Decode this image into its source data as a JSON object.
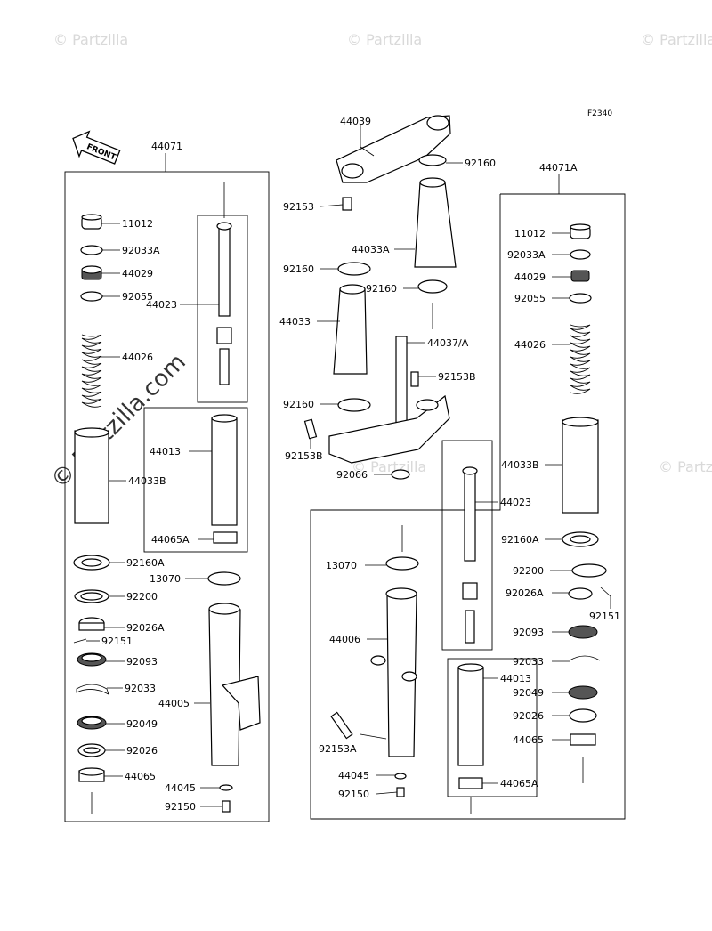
{
  "figure_code": "F2340",
  "front_label": "FRONT",
  "watermarks": {
    "small": "© Partzilla",
    "diagonal": "© Partzilla.com"
  },
  "assembly_labels": {
    "left": "44071",
    "right": "44071A"
  },
  "parts": [
    {
      "id": "l-11012",
      "label": "11012"
    },
    {
      "id": "l-92033A",
      "label": "92033A"
    },
    {
      "id": "l-44029",
      "label": "44029"
    },
    {
      "id": "l-92055",
      "label": "92055"
    },
    {
      "id": "l-44023",
      "label": "44023"
    },
    {
      "id": "l-44026",
      "label": "44026"
    },
    {
      "id": "l-44013",
      "label": "44013"
    },
    {
      "id": "l-44033B",
      "label": "44033B"
    },
    {
      "id": "l-44065A",
      "label": "44065A"
    },
    {
      "id": "l-92160A",
      "label": "92160A"
    },
    {
      "id": "l-13070",
      "label": "13070"
    },
    {
      "id": "l-92200",
      "label": "92200"
    },
    {
      "id": "l-92026A",
      "label": "92026A"
    },
    {
      "id": "l-92151",
      "label": "92151"
    },
    {
      "id": "l-92093",
      "label": "92093"
    },
    {
      "id": "l-92033",
      "label": "92033"
    },
    {
      "id": "l-44005",
      "label": "44005"
    },
    {
      "id": "l-92049",
      "label": "92049"
    },
    {
      "id": "l-92026",
      "label": "92026"
    },
    {
      "id": "l-44065",
      "label": "44065"
    },
    {
      "id": "l-44045",
      "label": "44045"
    },
    {
      "id": "l-92150",
      "label": "92150"
    },
    {
      "id": "c-44039",
      "label": "44039"
    },
    {
      "id": "c-92160a",
      "label": "92160"
    },
    {
      "id": "c-92153",
      "label": "92153"
    },
    {
      "id": "c-44033A",
      "label": "44033A"
    },
    {
      "id": "c-92160b",
      "label": "92160"
    },
    {
      "id": "c-92160c",
      "label": "92160"
    },
    {
      "id": "c-44033",
      "label": "44033"
    },
    {
      "id": "c-44037",
      "label": "44037/A"
    },
    {
      "id": "c-92153B-r",
      "label": "92153B"
    },
    {
      "id": "c-92160d",
      "label": "92160"
    },
    {
      "id": "c-92153B-l",
      "label": "92153B"
    },
    {
      "id": "c-92066",
      "label": "92066"
    },
    {
      "id": "r-11012",
      "label": "11012"
    },
    {
      "id": "r-92033A",
      "label": "92033A"
    },
    {
      "id": "r-44029",
      "label": "44029"
    },
    {
      "id": "r-92055",
      "label": "92055"
    },
    {
      "id": "r-44026",
      "label": "44026"
    },
    {
      "id": "r-44033B",
      "label": "44033B"
    },
    {
      "id": "r-44023",
      "label": "44023"
    },
    {
      "id": "r-92160A",
      "label": "92160A"
    },
    {
      "id": "r-13070",
      "label": "13070"
    },
    {
      "id": "r-92200",
      "label": "92200"
    },
    {
      "id": "r-92026A",
      "label": "92026A"
    },
    {
      "id": "r-92151",
      "label": "92151"
    },
    {
      "id": "r-44006",
      "label": "44006"
    },
    {
      "id": "r-92093",
      "label": "92093"
    },
    {
      "id": "r-92033",
      "label": "92033"
    },
    {
      "id": "r-44013",
      "label": "44013"
    },
    {
      "id": "r-92049",
      "label": "92049"
    },
    {
      "id": "r-92026",
      "label": "92026"
    },
    {
      "id": "r-44065",
      "label": "44065"
    },
    {
      "id": "r-92153A",
      "label": "92153A"
    },
    {
      "id": "r-44045",
      "label": "44045"
    },
    {
      "id": "r-92150",
      "label": "92150"
    },
    {
      "id": "r-44065A",
      "label": "44065A"
    }
  ]
}
